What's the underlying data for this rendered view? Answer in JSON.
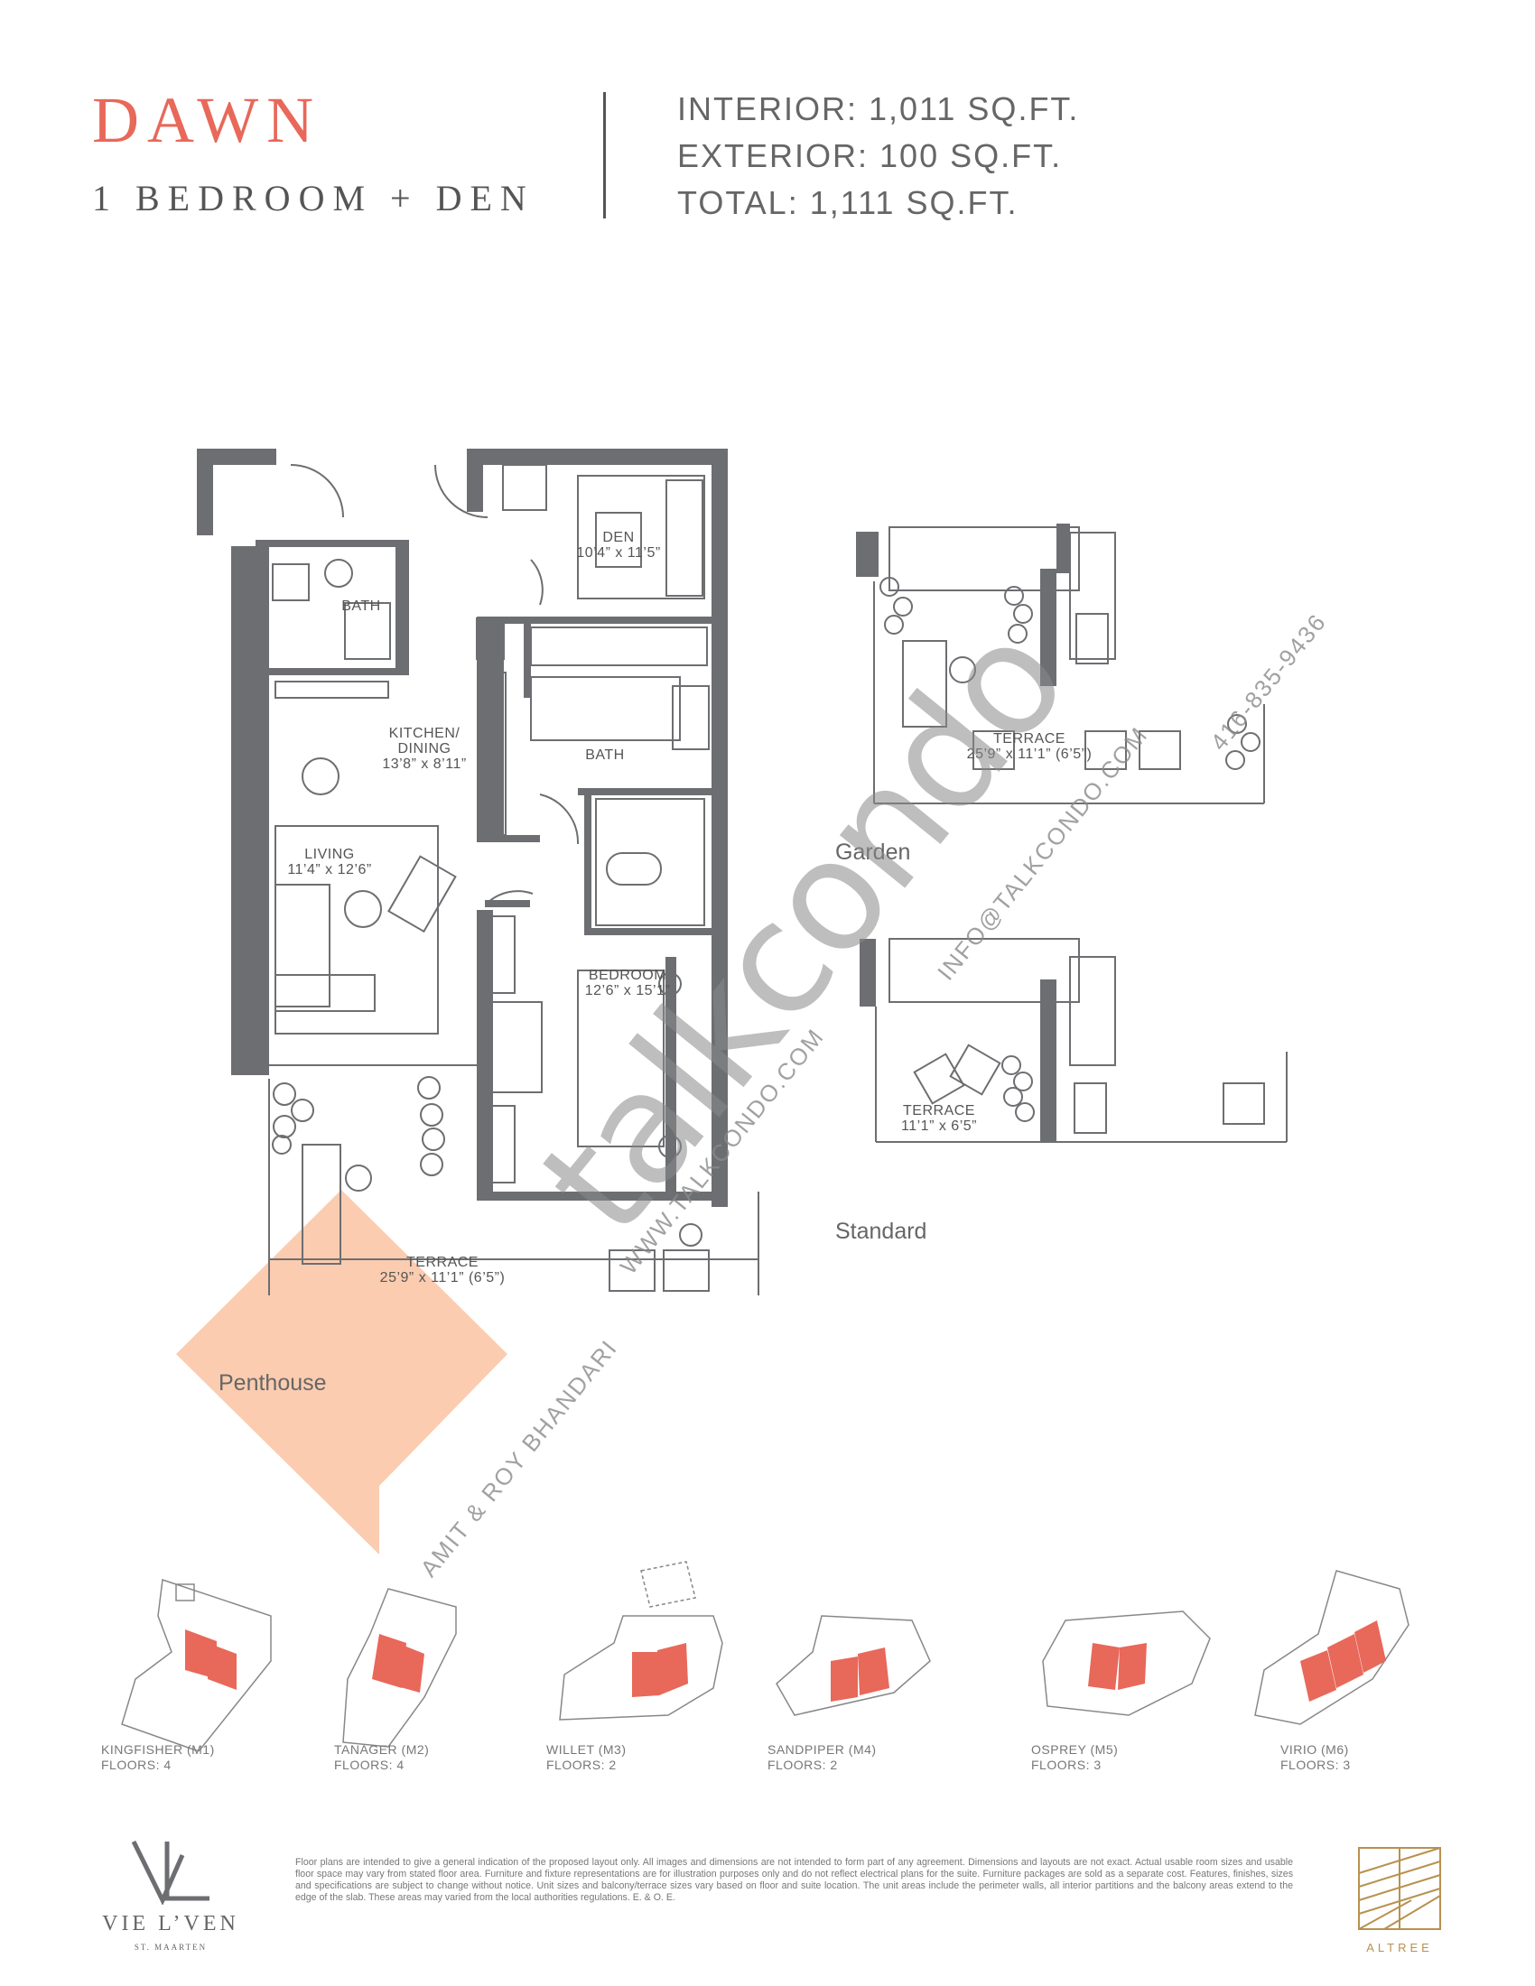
{
  "header": {
    "suite_name": "DAWN",
    "suite_type": "1 BEDROOM + DEN",
    "interior": "INTERIOR: 1,011 SQ.FT.",
    "exterior": "EXTERIOR: 100 SQ.FT.",
    "total": "TOTAL: 1,111 SQ.FT."
  },
  "rooms": {
    "den": {
      "name": "DEN",
      "size": "10’4” x 11’5”"
    },
    "bath_1": {
      "name": "BATH"
    },
    "bath_2": {
      "name": "BATH"
    },
    "kitchen": {
      "name_line1": "KITCHEN/",
      "name_line2": "DINING",
      "size": "13’8” x 8’11”"
    },
    "living": {
      "name": "LIVING",
      "size": "11’4” x 12’6”"
    },
    "bedroom": {
      "name": "BEDROOM",
      "size": "12’6” x 15’1”"
    },
    "terrace_main": {
      "name": "TERRACE",
      "size": "25’9” x 11’1” (6’5”)"
    },
    "terrace_garden": {
      "name": "TERRACE",
      "size": "25’9” x 11’1” (6’5”)"
    },
    "terrace_standard": {
      "name": "TERRACE",
      "size": "11’1” x 6’5”"
    }
  },
  "variants": {
    "garden": "Garden",
    "standard": "Standard",
    "penthouse": "Penthouse"
  },
  "watermark": {
    "logo": "talkcondo",
    "website": "WWW.TALKCONDO.COM",
    "email": "INFO@TALKCONDO.COM",
    "phone": "416-835-9436",
    "agents": "AMIT & ROY BHANDARI"
  },
  "key_plans": [
    {
      "name": "KINGFISHER (M1)",
      "floors": "FLOORS: 4"
    },
    {
      "name": "TANAGER (M2)",
      "floors": "FLOORS: 4"
    },
    {
      "name": "WILLET (M3)",
      "floors": "FLOORS: 2"
    },
    {
      "name": "SANDPIPER (M4)",
      "floors": "FLOORS: 2"
    },
    {
      "name": "OSPREY (M5)",
      "floors": "FLOORS: 3"
    },
    {
      "name": "VIRIO (M6)",
      "floors": "FLOORS: 3"
    }
  ],
  "footer": {
    "brand_name": "VIE L’VEN",
    "brand_location": "ST. MAARTEN",
    "developer": "ALTREE",
    "disclaimer": "Floor plans are intended to give a general indication of the proposed layout only. All images and dimensions are not intended to form part of any agreement. Dimensions and layouts are not exact. Actual usable room sizes and usable floor space may vary from stated floor area. Furniture and fixture representations are for illustration purposes only and do not reflect electrical plans for the suite. Furniture packages are sold as a separate cost. Features, finishes, sizes and specifications are subject to change without notice. Unit sizes and balcony/terrace sizes vary based on floor and suite location. The unit areas include the perimeter walls, all interior partitions and the balcony areas extend to the edge of the slab. These areas may varied from the local authorities regulations. E. & O. E."
  },
  "colors": {
    "accent": "#e8685a",
    "highlight": "#fbc7a6",
    "wall": "#6d6e71",
    "watermark": "#8a8a8a",
    "brand_gold": "#b8914f"
  }
}
